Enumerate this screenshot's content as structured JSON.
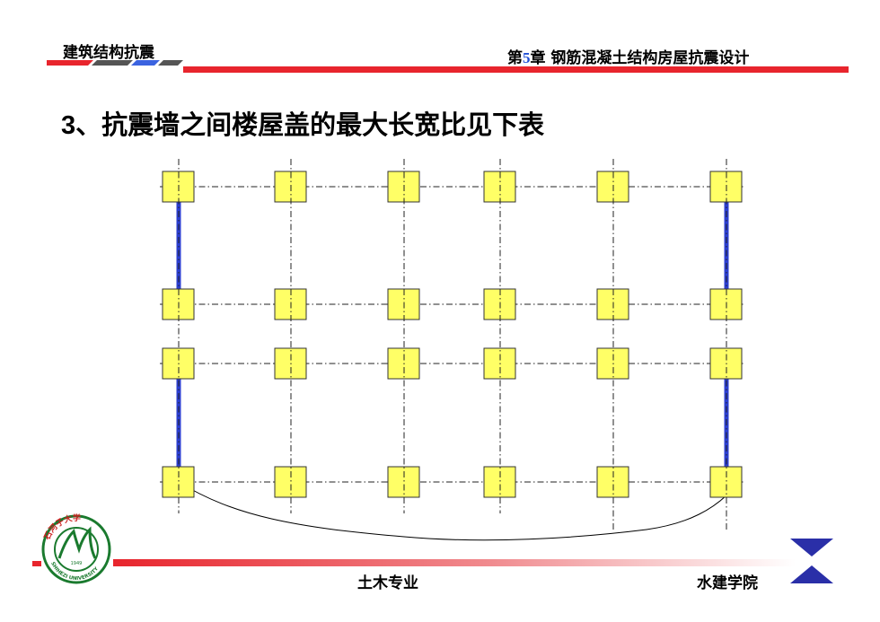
{
  "header": {
    "course": "建筑结构抗震",
    "chapter_prefix": "第",
    "chapter_number": "5",
    "chapter_suffix": "章 钢筋混凝土结构房屋抗震设计"
  },
  "slide": {
    "title_number": "3",
    "title_text": "、抗震墙之间楼屋盖的最大长宽比见下表"
  },
  "footer": {
    "major": "土木专业",
    "school": "水建学院"
  },
  "colors": {
    "accent_red": "#e8252d",
    "accent_blue": "#3b63e0",
    "wall_blue": "#2c3fd0",
    "column_fill": "#ffff66",
    "nav_icon": "#2a2fa8"
  },
  "logo": {
    "text_top": "石河子大学",
    "text_bottom": "SHIHEZI UNIVERSITY",
    "text_center": "1949"
  }
}
